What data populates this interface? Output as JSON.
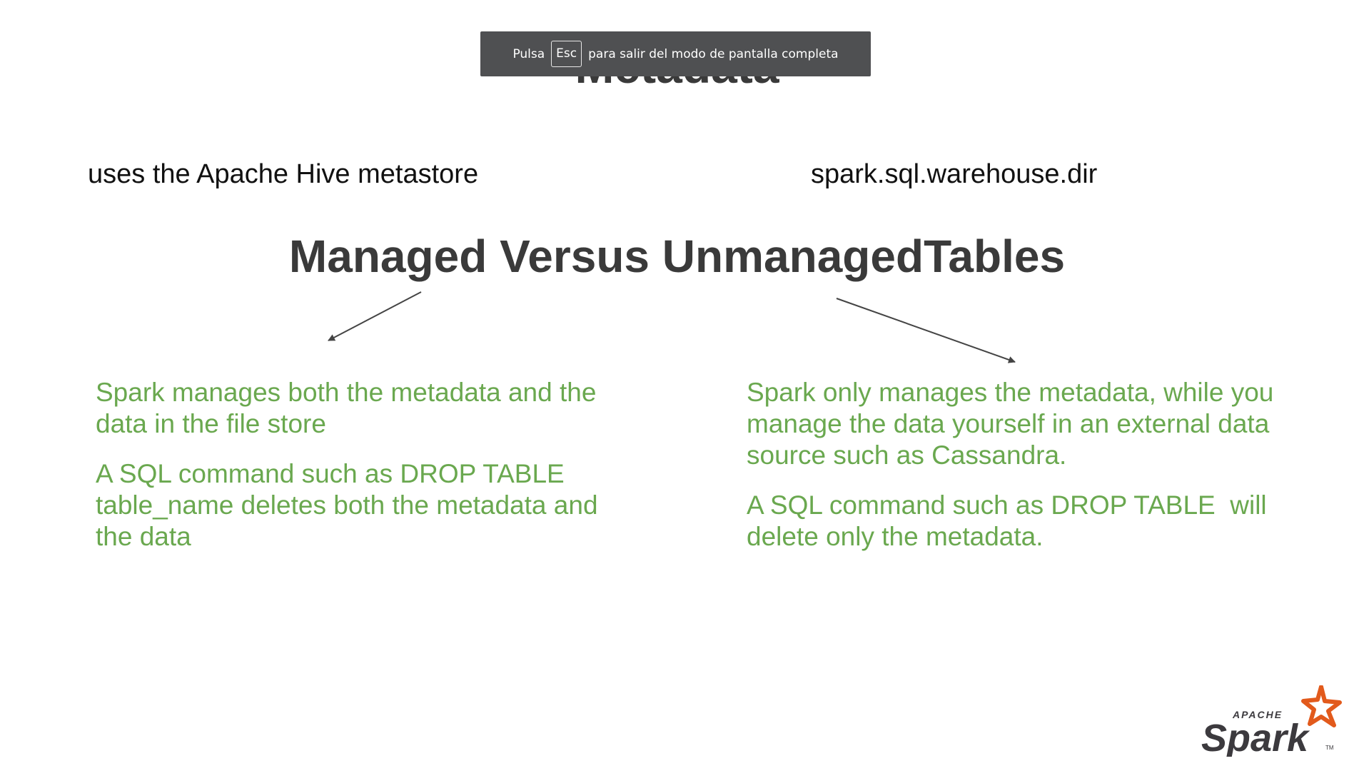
{
  "banner": {
    "pre": "Pulsa",
    "key": "Esc",
    "post": "para salir del modo de pantalla completa"
  },
  "slide": {
    "title": "Metadata",
    "left_note": "uses the Apache Hive metastore",
    "right_note": "spark.sql.warehouse.dir",
    "heading": "Managed Versus UnmanagedTables",
    "managed": {
      "p1": "Spark manages both the metadata and the\ndata in the file store",
      "p2": "A SQL command such as DROP TABLE\ntable_name deletes both the metadata and\nthe data"
    },
    "unmanaged": {
      "p1": "Spark only manages the metadata, while you\nmanage the data yourself in an external data\nsource such as Cassandra.",
      "p2": "A SQL command such as DROP TABLE  will\ndelete only the metadata."
    }
  },
  "logo": {
    "small_text": "APACHE",
    "word": "Spark",
    "tm": "TM",
    "star_color": "#e25a1c",
    "text_color": "#3c3a3e"
  },
  "colors": {
    "green_text": "#6aa84f",
    "heading": "#3a3a3a",
    "banner_bg": "#4f5052"
  }
}
